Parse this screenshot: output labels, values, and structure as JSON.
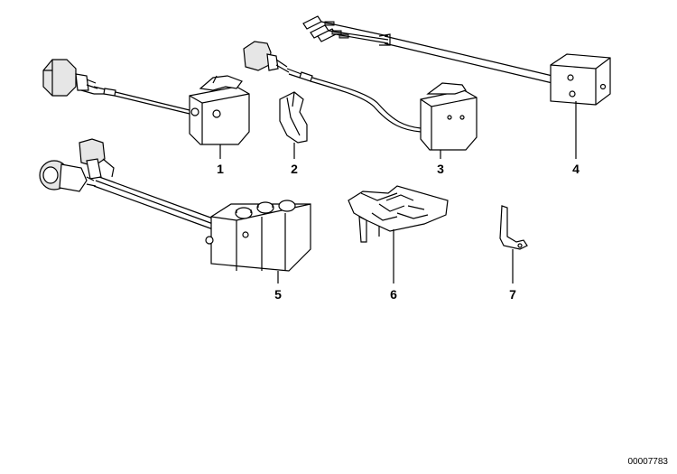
{
  "diagram": {
    "parts": [
      {
        "id": "1"
      },
      {
        "id": "2"
      },
      {
        "id": "3"
      },
      {
        "id": "4"
      },
      {
        "id": "5"
      },
      {
        "id": "6"
      },
      {
        "id": "7"
      }
    ],
    "reference_number": "00007783"
  }
}
